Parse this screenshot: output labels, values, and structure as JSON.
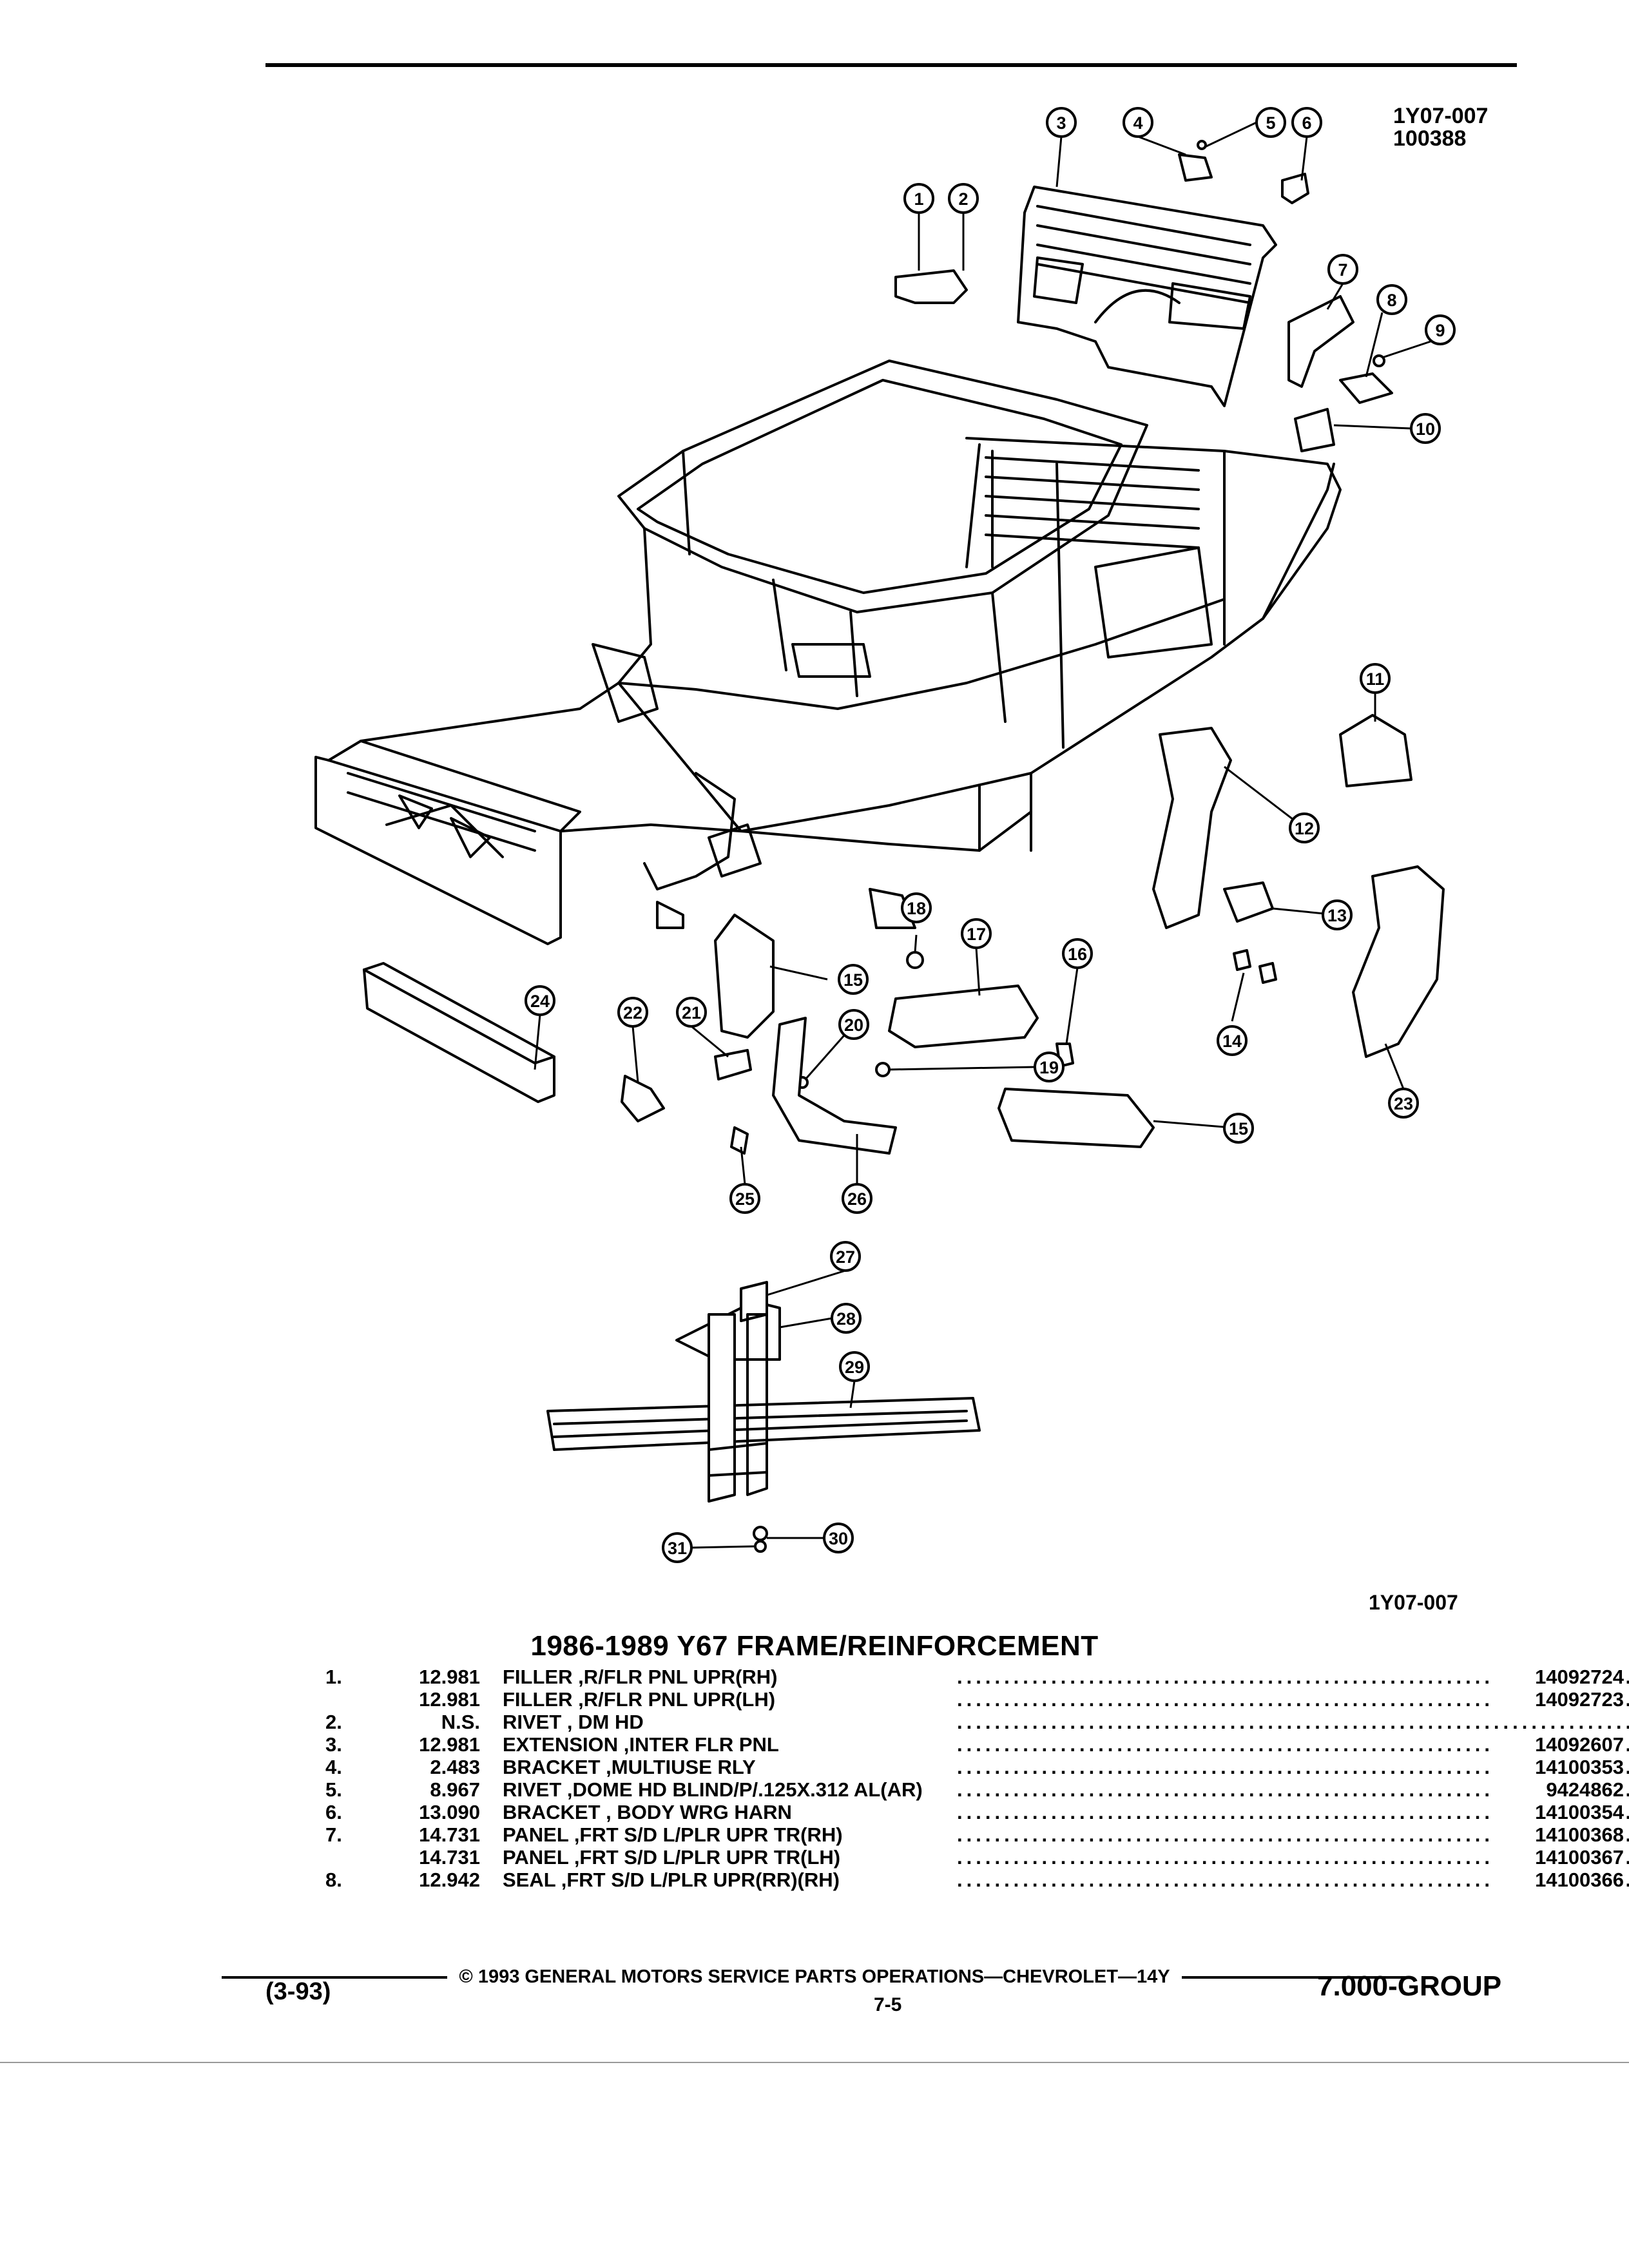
{
  "header": {
    "code": "1Y07-007",
    "date_code": "100388"
  },
  "figure": {
    "id_label": "1Y07-007",
    "callouts": [
      {
        "n": "1"
      },
      {
        "n": "2"
      },
      {
        "n": "3"
      },
      {
        "n": "4"
      },
      {
        "n": "5"
      },
      {
        "n": "6"
      },
      {
        "n": "7"
      },
      {
        "n": "8"
      },
      {
        "n": "9"
      },
      {
        "n": "10"
      },
      {
        "n": "11"
      },
      {
        "n": "12"
      },
      {
        "n": "13"
      },
      {
        "n": "14"
      },
      {
        "n": "15"
      },
      {
        "n": "15"
      },
      {
        "n": "16"
      },
      {
        "n": "17"
      },
      {
        "n": "18"
      },
      {
        "n": "19"
      },
      {
        "n": "20"
      },
      {
        "n": "21"
      },
      {
        "n": "22"
      },
      {
        "n": "23"
      },
      {
        "n": "24"
      },
      {
        "n": "25"
      },
      {
        "n": "26"
      },
      {
        "n": "27"
      },
      {
        "n": "28"
      },
      {
        "n": "29"
      },
      {
        "n": "30"
      },
      {
        "n": "31"
      }
    ]
  },
  "section_title": "1986-1989 Y67 FRAME/REINFORCEMENT",
  "parts": [
    {
      "item": "1.",
      "price": "12.981",
      "desc": "FILLER ,R/FLR PNL UPR(RH)",
      "pn": "14092724"
    },
    {
      "item": "",
      "price": "12.981",
      "desc": "FILLER ,R/FLR PNL UPR(LH)",
      "pn": "14092723"
    },
    {
      "item": "2.",
      "price": "N.S.",
      "desc": "RIVET , DM HD",
      "pn": ""
    },
    {
      "item": "3.",
      "price": "12.981",
      "desc": "EXTENSION ,INTER FLR PNL",
      "pn": "14092607"
    },
    {
      "item": "4.",
      "price": "2.483",
      "desc": "BRACKET ,MULTIUSE RLY",
      "pn": "14100353"
    },
    {
      "item": "5.",
      "price": "8.967",
      "desc": "RIVET ,DOME HD BLIND/P/.125X.312 AL(AR)",
      "pn": "9424862"
    },
    {
      "item": "6.",
      "price": "13.090",
      "desc": "BRACKET , BODY WRG HARN",
      "pn": "14100354"
    },
    {
      "item": "7.",
      "price": "14.731",
      "desc": "PANEL ,FRT S/D L/PLR UPR TR(RH)",
      "pn": "14100368"
    },
    {
      "item": "",
      "price": "14.731",
      "desc": "PANEL ,FRT S/D L/PLR UPR TR(LH)",
      "pn": "14100367"
    },
    {
      "item": "8.",
      "price": "12.942",
      "desc": "SEAL ,FRT S/D L/PLR UPR(RR)(RH)",
      "pn": "14100366"
    }
  ],
  "footer": {
    "copyright": "© 1993 GENERAL MOTORS SERVICE PARTS OPERATIONS—CHEVROLET—14Y",
    "revision": "(3-93)",
    "page": "7-5",
    "group": "7.000-GROUP"
  }
}
